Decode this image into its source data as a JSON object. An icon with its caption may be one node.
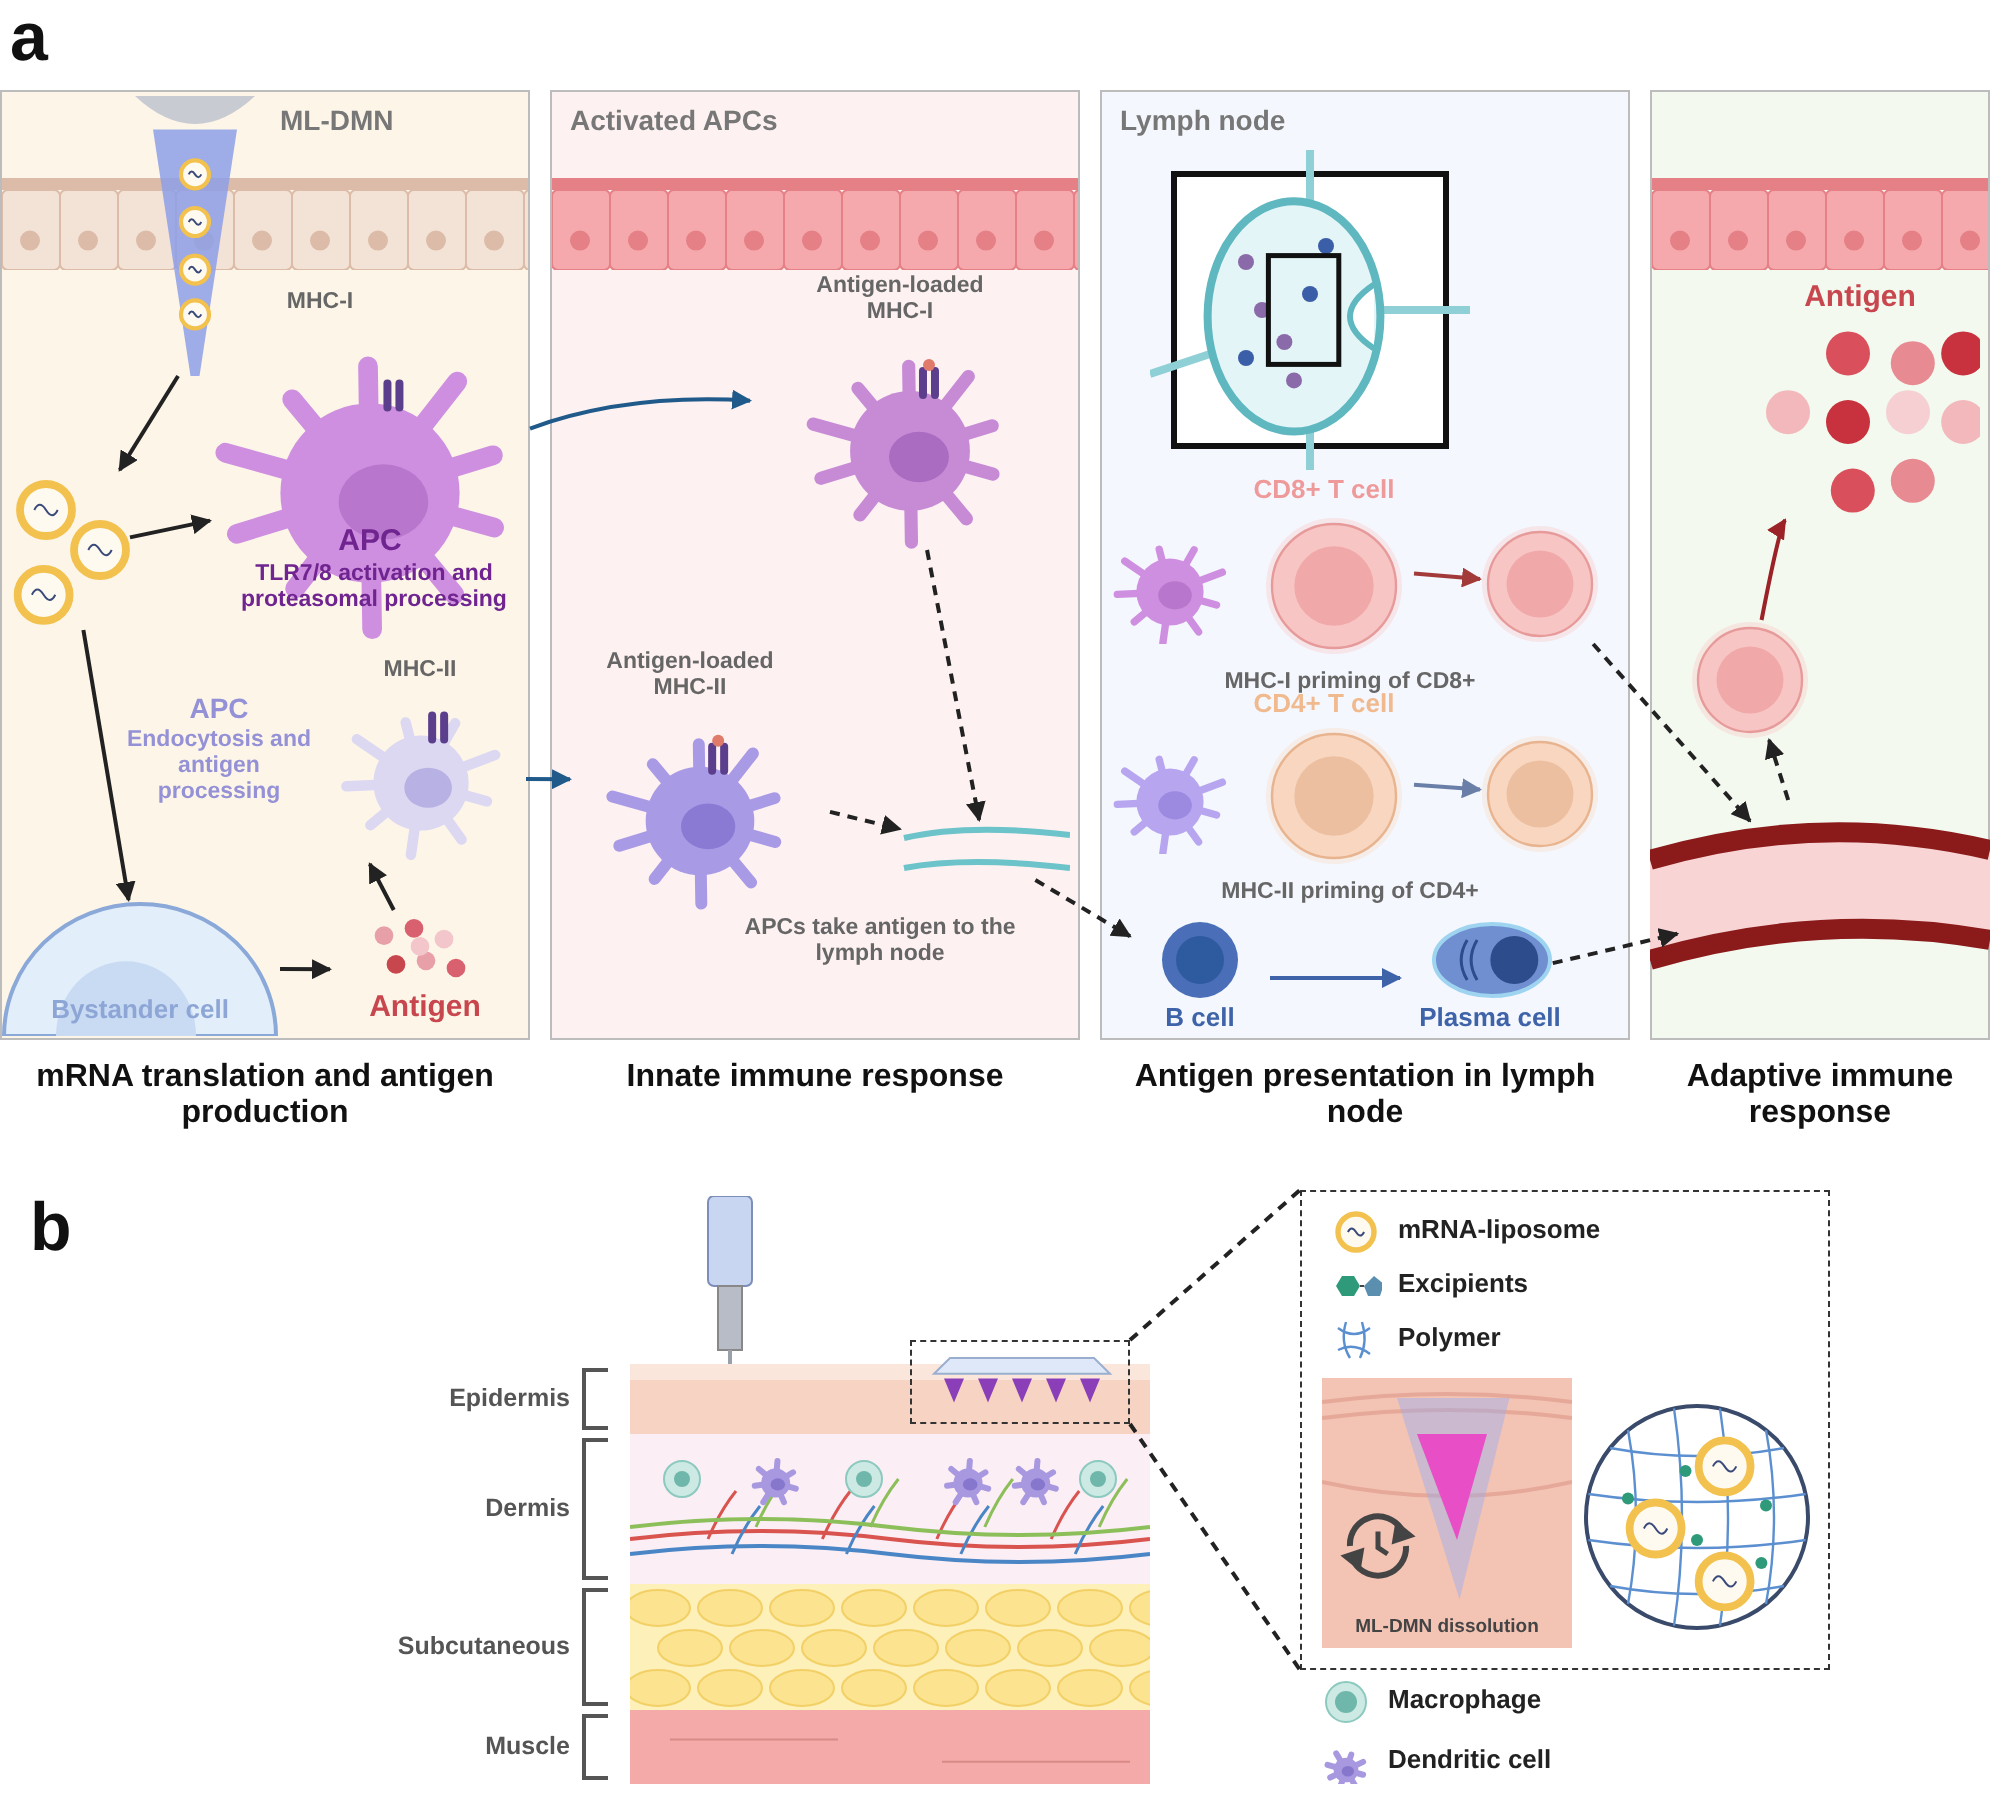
{
  "diagram": {
    "nodes": [
      {
        "text": [
          "mRNA translation and antigen production"
        ]
      },
      {
        "text": [
          "ML-DMN"
        ],
        "in": 0
      },
      {
        "text": [],
        "shape": "circle",
        "in": 0
      },
      {
        "text": [
          "APC",
          "TLR7/8 activation and proteasomal processing"
        ],
        "beside": [
          "MHC-I"
        ],
        "in": 0
      },
      {
        "text": [
          "APC",
          "Endocytosis and antigen processing"
        ],
        "beside": [
          "MHC-II"
        ],
        "in": 0
      },
      {
        "text": [
          "Bystander cell"
        ],
        "in": 0
      },
      {
        "text": [
          "Antigen"
        ],
        "in": 0
      },
      {
        "text": [
          "Activated APCs",
          "Innate immune response"
        ]
      },
      {
        "text": [
          "Antigen-loaded MHC-I"
        ],
        "in": 7
      },
      {
        "text": [
          "Antigen-loaded MHC-II"
        ],
        "in": 7
      },
      {
        "text": [],
        "shape": "picture",
        "in": 7
      },
      {
        "text": [
          "Lymph node",
          "Antigen presentation in lymph node"
        ]
      },
      {
        "text": [],
        "shape": "picture",
        "in": 11
      },
      {
        "text": [],
        "shape": "picture",
        "in": 11
      },
      {
        "text": [
          "CD8+ T cell"
        ],
        "in": 11
      },
      {
        "text": [],
        "shape": "circle",
        "in": 11
      },
      {
        "text": [],
        "shape": "picture",
        "in": 11
      },
      {
        "text": [
          "CD4+ T cell"
        ],
        "in": 11
      },
      {
        "text": [],
        "shape": "circle",
        "in": 11
      },
      {
        "text": [
          "B cell"
        ],
        "in": 11
      },
      {
        "text": [
          "Plasma cell"
        ],
        "in": 11
      },
      {
        "text": [
          "Adaptive immune response"
        ]
      },
      {
        "text": [
          "Antigen"
        ],
        "in": 21
      },
      {
        "text": [],
        "shape": "circle",
        "in": 21
      },
      {
        "text": [],
        "shape": "picture",
        "in": 21
      },
      {
        "text": [],
        "shape": "picture"
      },
      {
        "text": [
          "Epidermis"
        ]
      },
      {
        "text": [
          "Dermis"
        ]
      },
      {
        "text": [
          "Subcutaneous"
        ]
      },
      {
        "text": [
          "Muscle"
        ]
      },
      {
        "text": [],
        "shape": "picture"
      },
      {
        "text": [],
        "shape": "box"
      },
      {
        "text": [
          "ML-DMN dissolution"
        ],
        "in": 31
      },
      {
        "text": [],
        "shape": "circle",
        "in": 31
      }
    ],
    "edges": [
      {
        "from": 1,
        "to": 2,
        "arrow": "to"
      },
      {
        "from": 2,
        "to": 3,
        "arrow": "to"
      },
      {
        "from": 2,
        "to": 5,
        "arrow": "to"
      },
      {
        "from": 5,
        "to": 6,
        "arrow": "to"
      },
      {
        "from": 6,
        "to": 4,
        "arrow": "to"
      },
      {
        "from": 3,
        "to": 8,
        "arrow": "to",
        "color": "#1f5a8a"
      },
      {
        "from": 4,
        "to": 9,
        "arrow": "to",
        "color": "#1f5a8a"
      },
      {
        "from": 8,
        "to": 10,
        "arrow": "to",
        "style": "dashed"
      },
      {
        "from": 9,
        "to": 10,
        "arrow": "to",
        "style": "dashed"
      },
      {
        "from": 10,
        "to": 19,
        "arrow": "to",
        "style": "dashed"
      },
      {
        "from": 14,
        "to": 15,
        "arrow": "to",
        "color": "#a33a3a"
      },
      {
        "from": 17,
        "to": 18,
        "arrow": "to",
        "color": "#6a7fa8"
      },
      {
        "from": 19,
        "to": 20,
        "arrow": "to",
        "color": "#3f63a8"
      },
      {
        "from": 15,
        "to": 24,
        "arrow": "to",
        "style": "dashed"
      },
      {
        "from": 20,
        "to": 24,
        "arrow": "to",
        "style": "dashed"
      },
      {
        "from": 24,
        "to": 23,
        "arrow": "to",
        "style": "dashed"
      },
      {
        "from": 23,
        "to": 22,
        "arrow": "to",
        "color": "#9b2226"
      },
      {
        "from": 30,
        "to": 31,
        "arrow": "none",
        "style": "dashed"
      }
    ],
    "labels": [
      "a",
      "APCs take antigen to the lymph node",
      "MHC-I priming of CD8+",
      "MHC-II priming of CD4+",
      "b"
    ],
    "legend": [
      {
        "text": "mRNA-liposome"
      },
      {
        "text": "Excipients"
      },
      {
        "text": "Polymer"
      },
      {
        "text": "Macrophage"
      },
      {
        "text": "Dendritic cell"
      }
    ]
  }
}
